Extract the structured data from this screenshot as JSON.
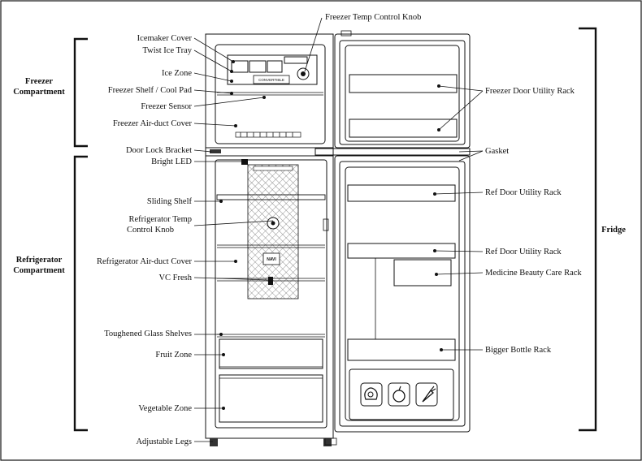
{
  "compartments": {
    "freezer": [
      "Freezer",
      "Compartment"
    ],
    "refrigerator": [
      "Refrigerator",
      "Compartment"
    ],
    "fridge": "Fridge"
  },
  "callouts_left": [
    "Icemaker Cover",
    "Twist Ice Tray",
    "Ice Zone",
    "Freezer Shelf / Cool Pad",
    "Freezer Sensor",
    "Freezer Air-duct Cover",
    "Door Lock Bracket",
    "Bright LED",
    "Sliding Shelf",
    "Refrigerator Temp",
    "Control Knob",
    "Refrigerator Air-duct Cover",
    "VC Fresh",
    "Toughened Glass Shelves",
    "Fruit Zone",
    "Vegetable Zone",
    "Adjustable Legs"
  ],
  "callouts_right": [
    "Freezer Temp Control Knob",
    "Freezer Door Utility Rack",
    "Gasket",
    "Ref Door Utility Rack",
    "Ref Door Utility Rack",
    "Medicine Beauty Care Rack",
    "Bigger Bottle Rack"
  ],
  "product_marks": {
    "convertible": "CONVERTIBLE",
    "navi": "NAVI"
  },
  "icons": [
    "vegetables-icon",
    "apple-icon",
    "carrot-icon"
  ]
}
